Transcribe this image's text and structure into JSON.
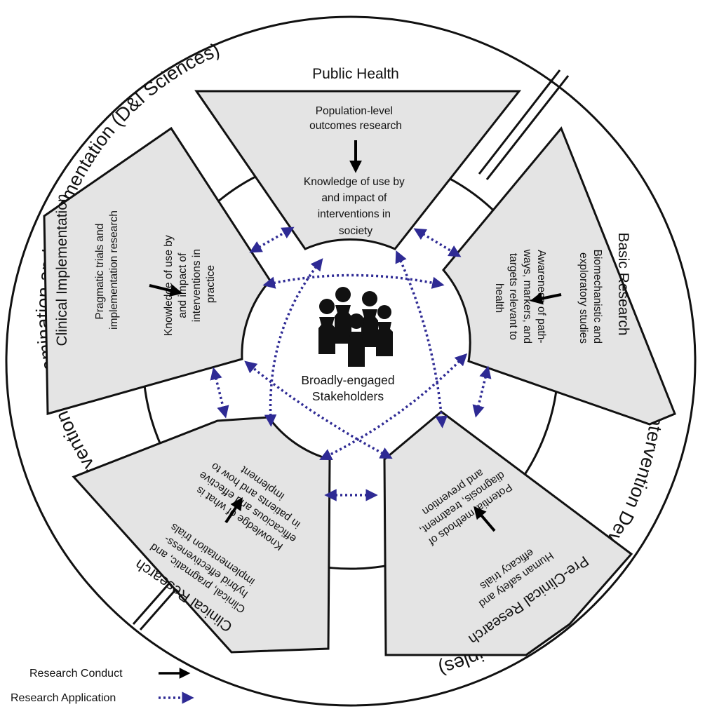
{
  "outer_ring": {
    "left_label": "Intervention Dissemination and Implementation (D&I Sciences)",
    "right_label": "Intervention Development (D&I Principles)"
  },
  "center": {
    "label_line1": "Broadly-engaged",
    "label_line2": "Stakeholders",
    "icon": "people-group-icon"
  },
  "segments": [
    {
      "key": "public_health",
      "title": "Public Health",
      "input": [
        "Population-level",
        "outcomes research"
      ],
      "output": [
        "Knowledge of use by",
        "and impact of",
        "interventions in",
        "society"
      ]
    },
    {
      "key": "basic_research",
      "title": "Basic Research",
      "input": [
        "Biomechanistic and",
        "exploratory studies"
      ],
      "output": [
        "Awareness of path-",
        "ways, markers, and",
        "targets relevant to",
        "health"
      ]
    },
    {
      "key": "preclinical_research",
      "title": "Pre-Clinical Research",
      "input": [
        "Human safety and",
        "efficacy trials"
      ],
      "output": [
        "Potential methods of",
        "diagnosis, treatment,",
        "and prevention"
      ]
    },
    {
      "key": "clinical_research",
      "title": "Clinical Research",
      "input": [
        "Clinical, pragmatic, and",
        "hybrid effectiveness-",
        "implementation trials"
      ],
      "output": [
        "Knowledge of what is",
        "efficacious and effective",
        "in patients  and how to",
        "implement"
      ]
    },
    {
      "key": "clinical_implementation",
      "title": "Clinical Implementation",
      "input": [
        "Pragmatic trials and",
        "implementation research"
      ],
      "output": [
        "Knowledge of use by",
        "and impact of",
        "interventions in",
        "practice"
      ]
    }
  ],
  "legend": {
    "conduct_label": "Research Conduct",
    "application_label": "Research Application"
  },
  "colors": {
    "segment_fill": "#e4e4e4",
    "outline": "#111111",
    "application_arrow": "#2e2a94",
    "conduct_arrow": "#000000"
  }
}
